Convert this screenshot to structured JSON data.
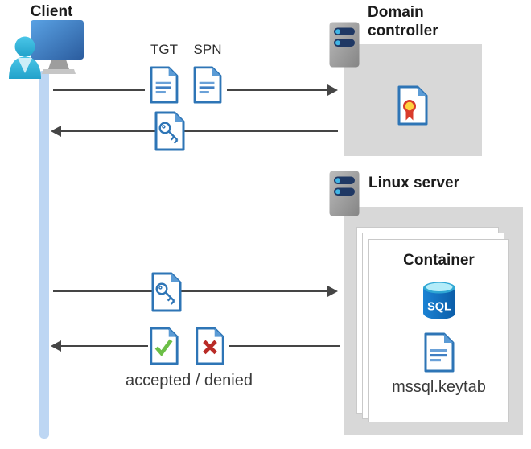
{
  "client": {
    "label": "Client"
  },
  "domain_controller": {
    "name_line1": "Domain",
    "name_line2": "controller"
  },
  "linux_server": {
    "name": "Linux server"
  },
  "container": {
    "name": "Container",
    "file_label": "mssql.keytab"
  },
  "flows": {
    "tgt_label": "TGT",
    "spn_label": "SPN",
    "result_label": "accepted / denied"
  },
  "sql_icon_text": "SQL",
  "icons": [
    "client-monitor-user-icon",
    "server-icon",
    "document-icon",
    "ticket-key-document-icon",
    "certificate-document-icon",
    "check-document-icon",
    "x-document-icon",
    "sql-database-icon"
  ],
  "colors": {
    "timeline_blue": "#bdd6f3",
    "doc_border_blue": "#2e75b6",
    "doc_fold_blue": "#5b9bd5",
    "doc_line_blue": "#6aa1d8",
    "arrow_gray": "#454545",
    "zone_gray": "#d8d8d8",
    "server_bar_navy": "#1f3864",
    "server_dot_cyan": "#41b6e6",
    "check_green": "#6cbf47",
    "deny_red": "#b92b27",
    "cert_red": "#d93b2b",
    "cert_yellow": "#ffd23e",
    "sql_body_blue": "#0f6cbe",
    "monitor_blue": "#3c7fc4",
    "person_cyan": "#3bbde2"
  }
}
